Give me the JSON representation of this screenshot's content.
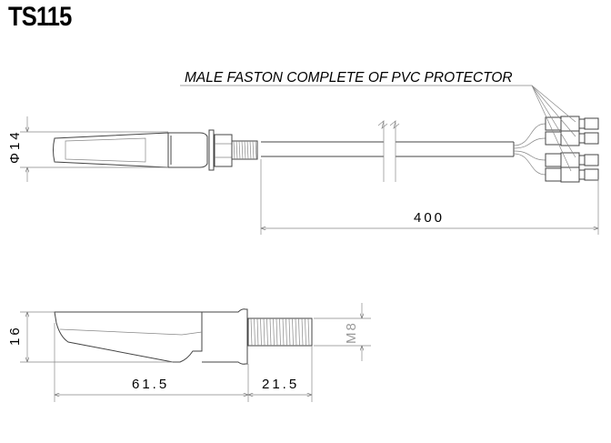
{
  "title": "TS115",
  "top_view": {
    "leader_note": "MALE FASTON COMPLETE OF PVC PROTECTOR",
    "diameter_label": "Φ14",
    "cable_length_label": "400"
  },
  "side_view": {
    "height_label": "16",
    "thread_label": "M8",
    "body_length_label": "61.5",
    "thread_length_label": "21.5"
  }
}
